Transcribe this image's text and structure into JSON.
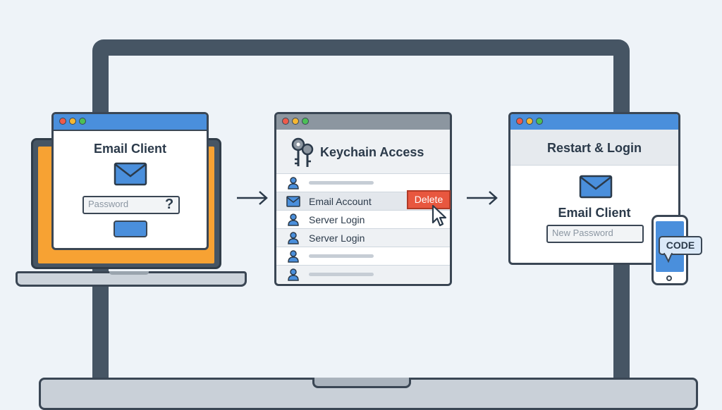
{
  "email_window": {
    "title": "Email Client",
    "password_placeholder": "Password",
    "help_glyph": "?"
  },
  "keychain_window": {
    "title": "Keychain Access",
    "rows": [
      {
        "icon": "person-icon",
        "label": ""
      },
      {
        "icon": "envelope-icon",
        "label": "Email Account"
      },
      {
        "icon": "person-icon",
        "label": "Server Login"
      },
      {
        "icon": "person-icon",
        "label": "Server Login"
      },
      {
        "icon": "person-icon",
        "label": ""
      },
      {
        "icon": "person-icon",
        "label": ""
      }
    ],
    "delete_label": "Delete"
  },
  "restart_window": {
    "title": "Restart & Login",
    "subtitle": "Email Client",
    "new_password_placeholder": "New Password"
  },
  "phone": {
    "code_label": "CODE"
  },
  "colors": {
    "titlebar_blue": "#4a8fdc",
    "titlebar_gray": "#8c96a0",
    "laptop_screen": "#f7a233",
    "delete_red": "#e8573f",
    "frame": "#465564"
  }
}
